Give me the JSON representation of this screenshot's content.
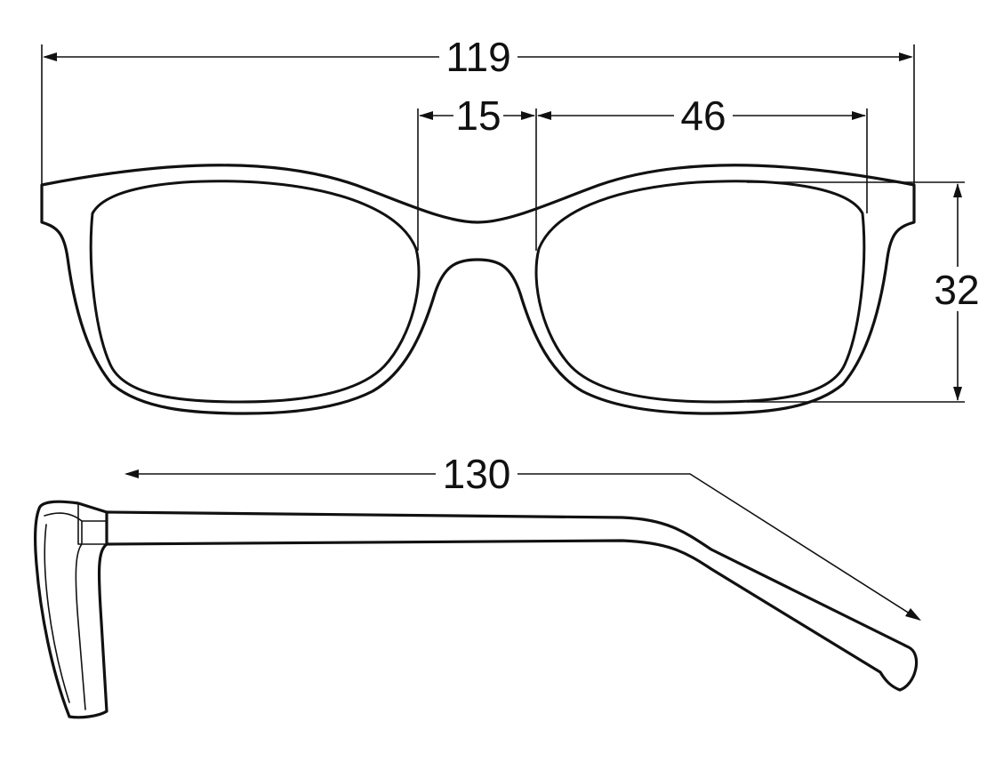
{
  "dimensions": {
    "total_width": "119",
    "bridge_width": "15",
    "lens_width": "46",
    "lens_height": "32",
    "temple_length": "130"
  },
  "colors": {
    "line": "#111111",
    "background": "#ffffff"
  }
}
